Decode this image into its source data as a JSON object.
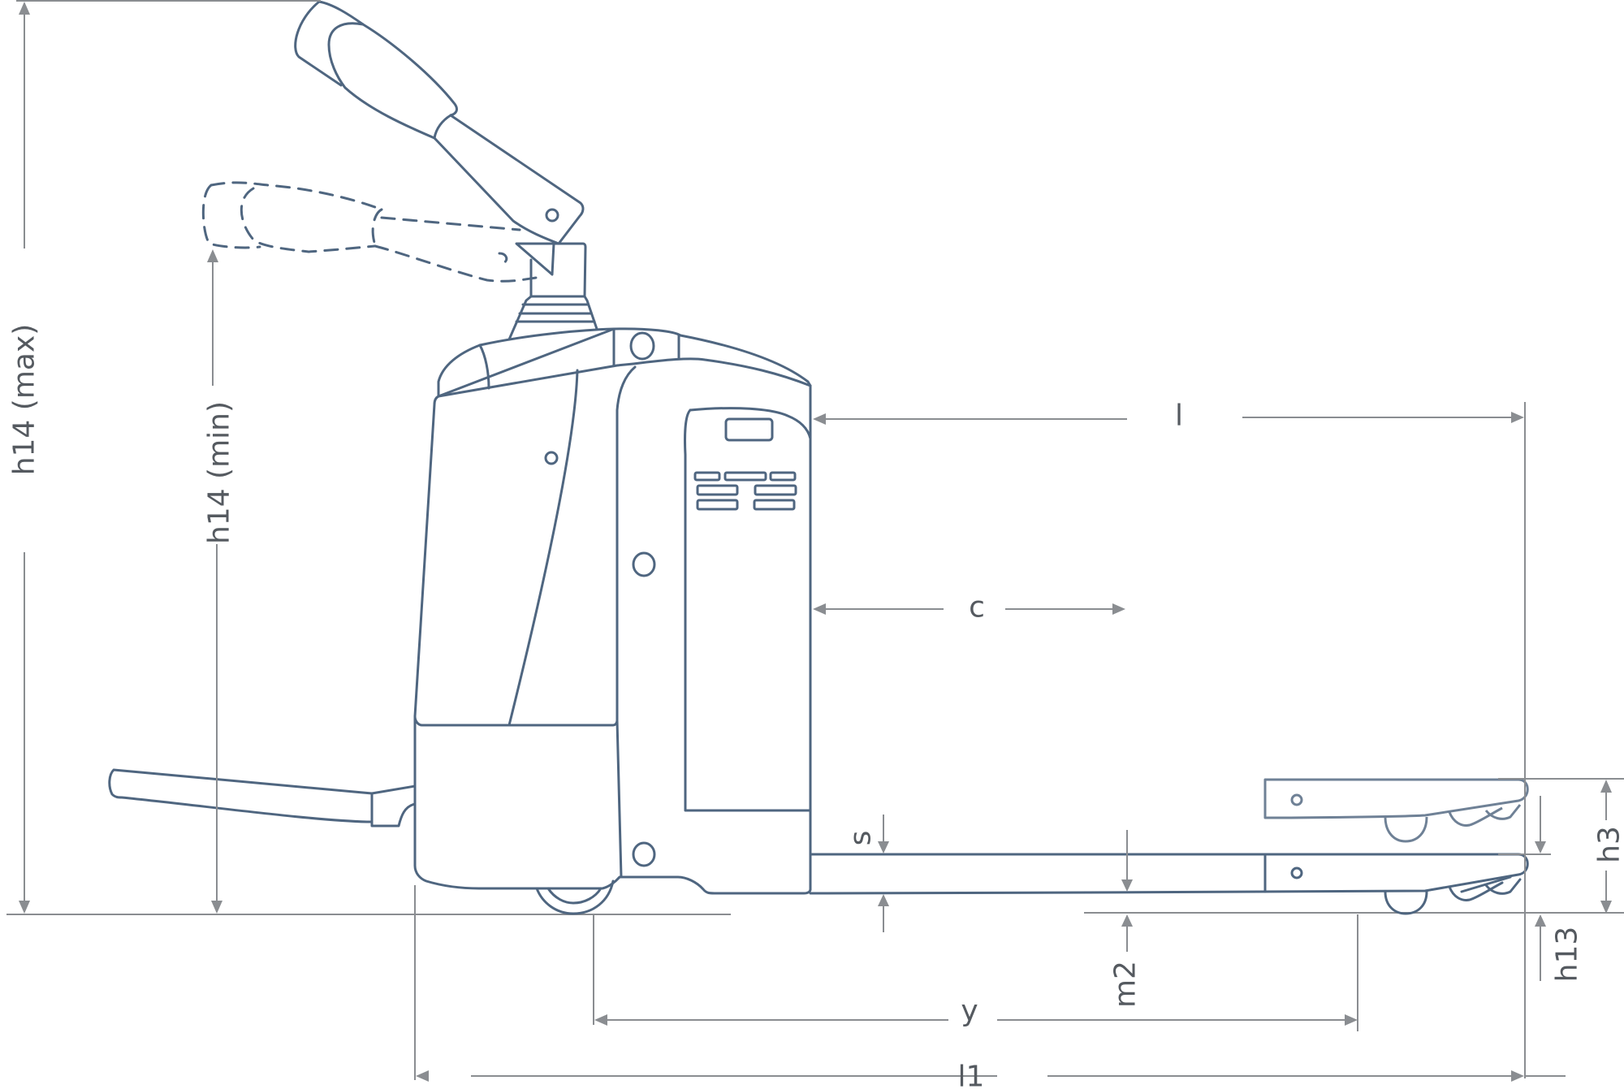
{
  "labels": {
    "h14_max": "h14 (max)",
    "h14_min": "h14 (min)",
    "l": "l",
    "c": "c",
    "s": "s",
    "h3": "h3",
    "h13": "h13",
    "m2": "m2",
    "y": "y",
    "l1": "l1"
  },
  "colors": {
    "outline": "#4f6680",
    "dimension": "#8a8d91",
    "text": "#555a60"
  }
}
